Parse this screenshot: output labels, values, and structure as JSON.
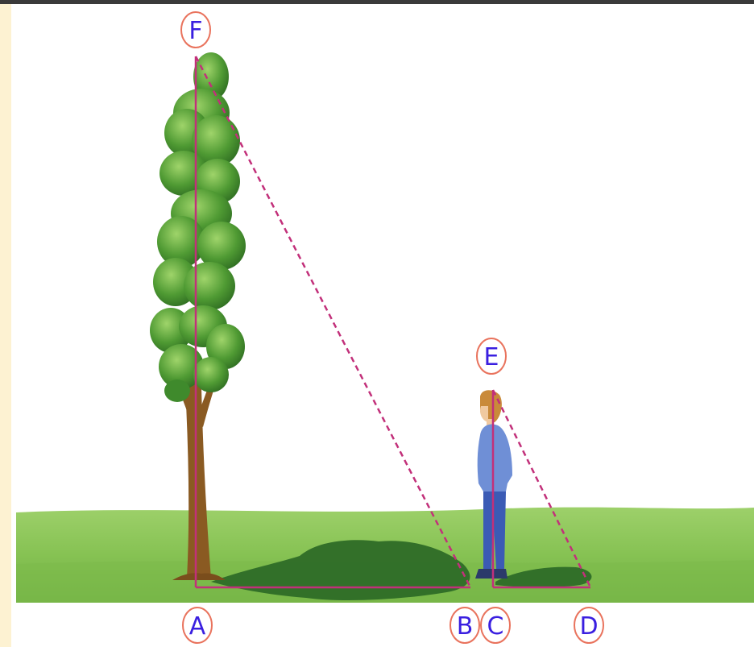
{
  "labels": {
    "A": "A",
    "B": "B",
    "C": "C",
    "D": "D",
    "E": "E",
    "F": "F"
  },
  "colors": {
    "frame": "#fdf2d2",
    "line": "#c2307a",
    "label_text": "#3a1fe0",
    "label_ring": "#e9735d",
    "grass": "#86c253",
    "shadow": "#2e6b27"
  }
}
